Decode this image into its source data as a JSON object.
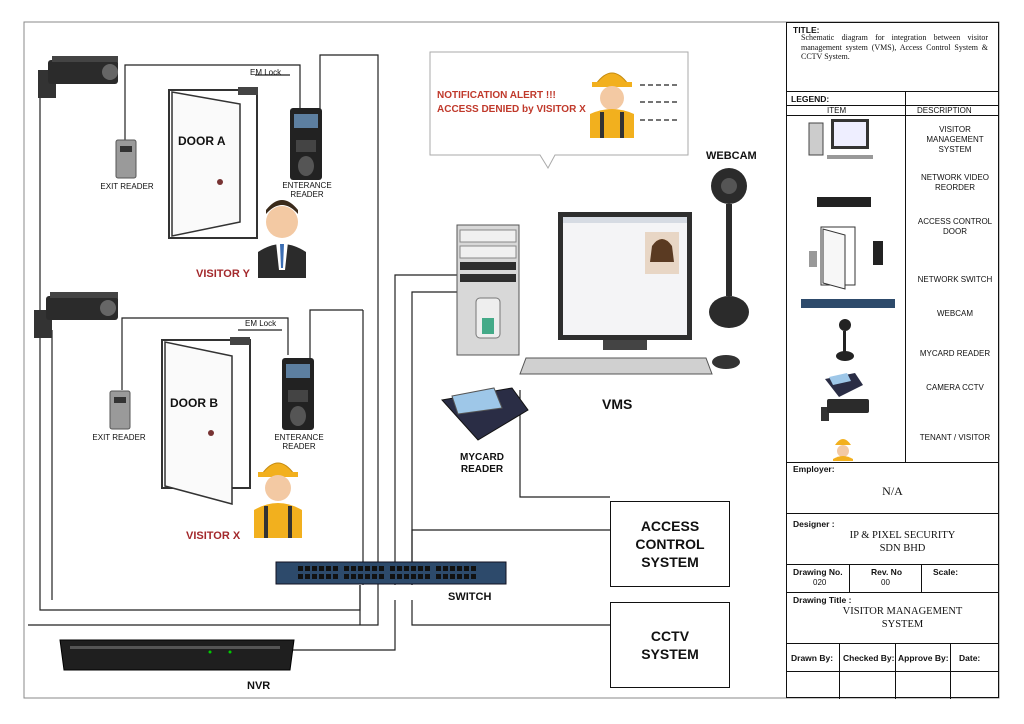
{
  "doors": [
    {
      "label": "DOOR A",
      "em_lock": "EM Lock",
      "exit_reader": "EXIT READER",
      "entrance_reader": "ENTERANCE\nREADER",
      "visitor": "VISITOR Y"
    },
    {
      "label": "DOOR B",
      "em_lock": "EM Lock",
      "exit_reader": "EXIT READER",
      "entrance_reader": "ENTERANCE\nREADER",
      "visitor": "VISITOR X"
    }
  ],
  "notification": {
    "line1": "NOTIFICATION ALERT !!!",
    "line2": "ACCESS DENIED by VISITOR X"
  },
  "labels": {
    "webcam": "WEBCAM",
    "vms": "VMS",
    "mycard_reader": "MYCARD\nREADER",
    "switch": "SWITCH",
    "nvr": "NVR",
    "access_control": "ACCESS\nCONTROL\nSYSTEM",
    "cctv": "CCTV\nSYSTEM"
  },
  "title_block": {
    "title_label": "TITLE:",
    "title_text": "Schematic diagram for integration between visitor management system (VMS), Access Control System & CCTV System.",
    "legend_label": "LEGEND:",
    "item_col": "ITEM",
    "desc_col": "DESCRIPTION",
    "legend": [
      {
        "desc": "VISITOR\nMANAGEMENT\nSYSTEM",
        "icon": "computer-icon"
      },
      {
        "desc": "NETWORK VIDEO\nREORDER",
        "icon": "nvr-icon"
      },
      {
        "desc": "ACCESS CONTROL\nDOOR",
        "icon": "door-icon"
      },
      {
        "desc": "NETWORK SWITCH",
        "icon": "switch-icon"
      },
      {
        "desc": "WEBCAM",
        "icon": "webcam-icon"
      },
      {
        "desc": "MYCARD READER",
        "icon": "card-reader-icon"
      },
      {
        "desc": "CAMERA CCTV",
        "icon": "cctv-camera-icon"
      },
      {
        "desc": "TENANT / VISITOR",
        "icon": "visitor-icon"
      }
    ],
    "employer_label": "Employer:",
    "employer_value": "N/A",
    "designer_label": "Designer :",
    "designer_value": "IP & PIXEL SECURITY\nSDN BHD",
    "drawing_no_label": "Drawing No.",
    "drawing_no_value": "020",
    "rev_no_label": "Rev. No",
    "rev_no_value": "00",
    "scale_label": "Scale:",
    "drawing_title_label": "Drawing Title :",
    "drawing_title_value": "VISITOR MANAGEMENT\nSYSTEM",
    "drawn_by": "Drawn By:",
    "checked_by": "Checked By:",
    "approve_by": "Approve By:",
    "date": "Date:"
  },
  "colors": {
    "visitor_red": "#a3282b",
    "alert_red": "#c0392b",
    "vest_yellow": "#f2b01e",
    "switch_blue": "#2d4a6b"
  }
}
